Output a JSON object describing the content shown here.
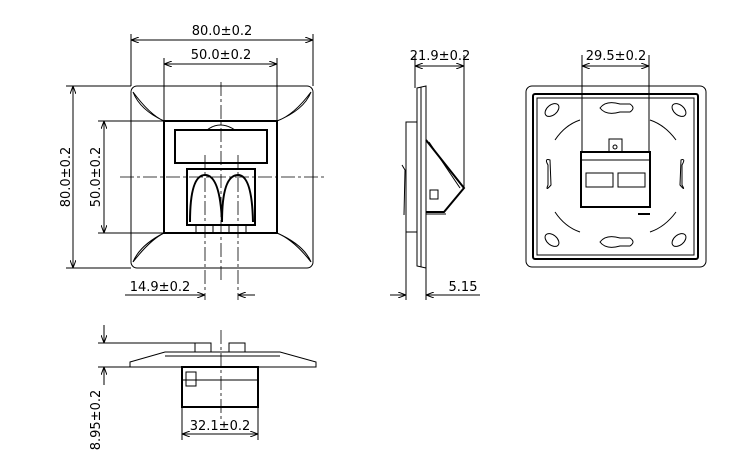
{
  "dimensions": {
    "front_width": "80.0±0.2",
    "front_inner_width": "50.0±0.2",
    "front_height": "80.0±0.2",
    "front_inner_height": "50.0±0.2",
    "port_pitch": "14.9±0.2",
    "side_depth": "21.9±0.2",
    "side_plate_thickness": "5.15",
    "back_module_width": "29.5±0.2",
    "bottom_height": "8.95±0.2",
    "bottom_module_width": "32.1±0.2"
  }
}
